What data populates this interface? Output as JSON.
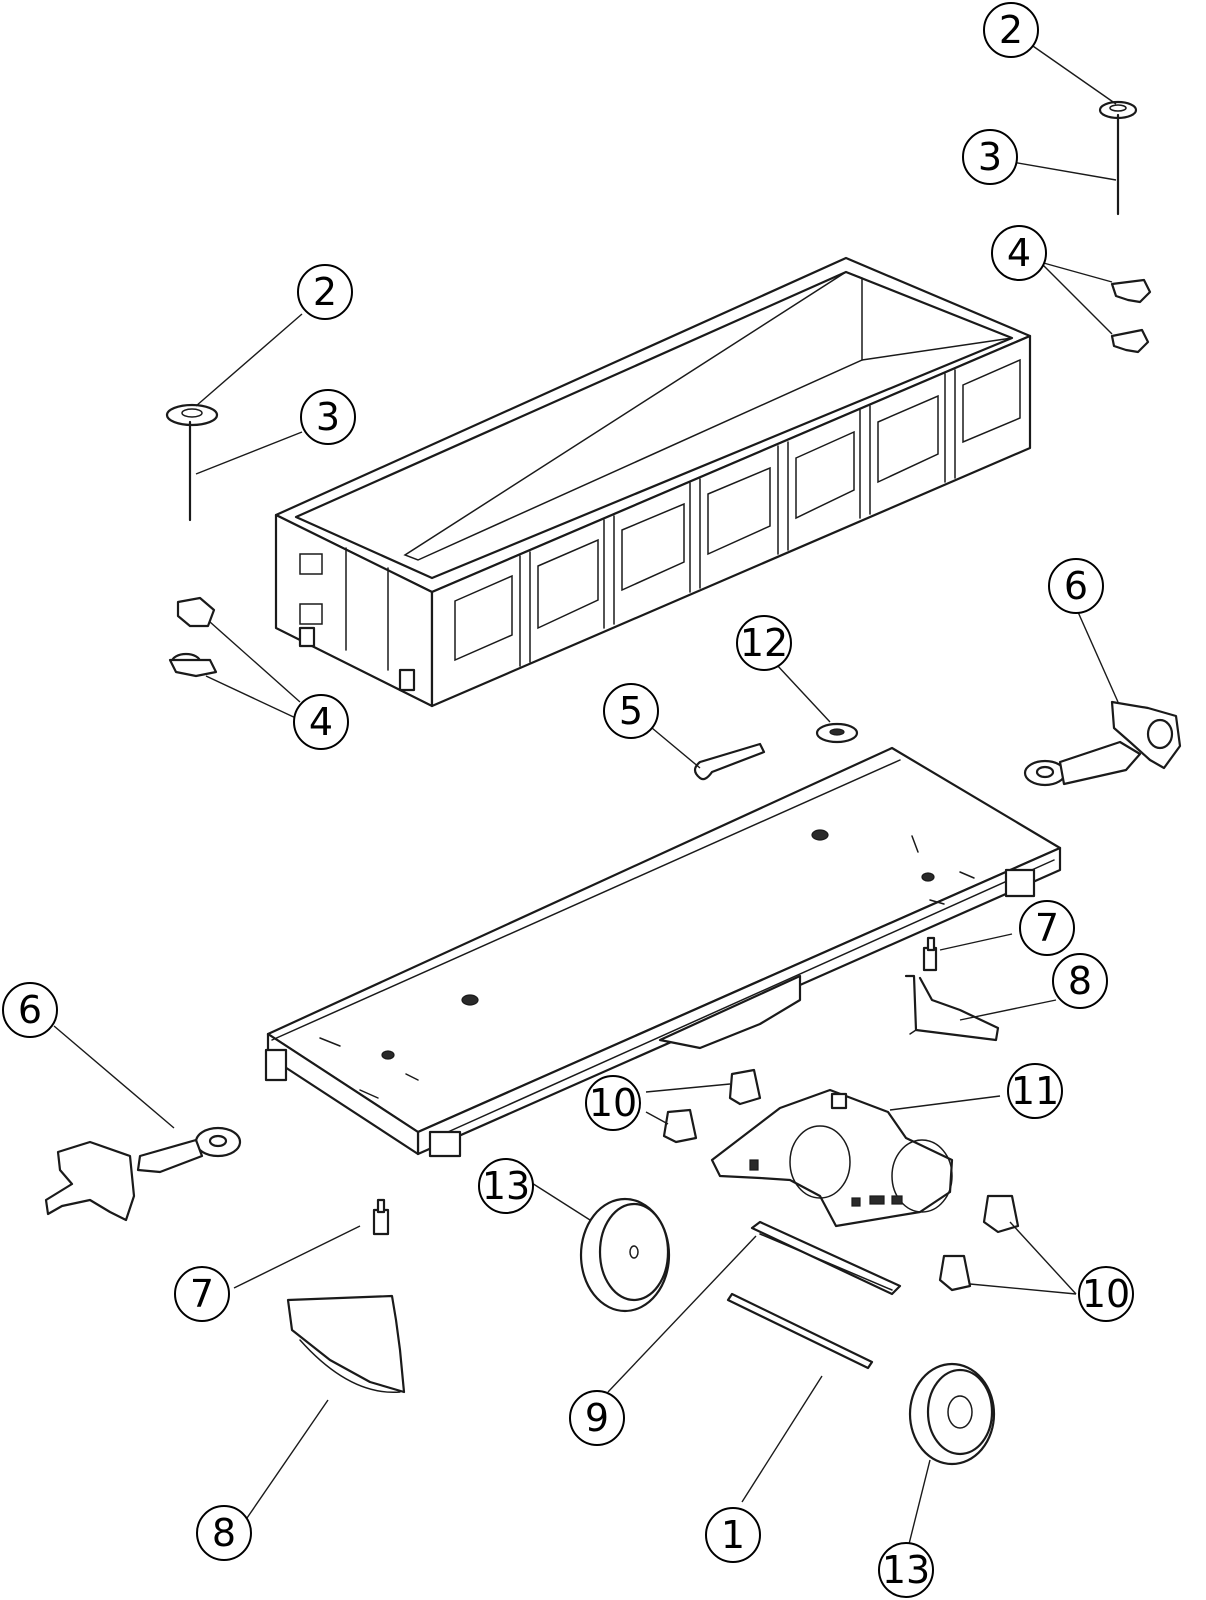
{
  "callouts": [
    {
      "id": "c2a",
      "label": "2"
    },
    {
      "id": "c3a",
      "label": "3"
    },
    {
      "id": "c4a",
      "label": "4"
    },
    {
      "id": "c2b",
      "label": "2"
    },
    {
      "id": "c3b",
      "label": "3"
    },
    {
      "id": "c4b",
      "label": "4"
    },
    {
      "id": "c5",
      "label": "5"
    },
    {
      "id": "c12",
      "label": "12"
    },
    {
      "id": "c6a",
      "label": "6"
    },
    {
      "id": "c6b",
      "label": "6"
    },
    {
      "id": "c7a",
      "label": "7"
    },
    {
      "id": "c8a",
      "label": "8"
    },
    {
      "id": "c7b",
      "label": "7"
    },
    {
      "id": "c8b",
      "label": "8"
    },
    {
      "id": "c10a",
      "label": "10"
    },
    {
      "id": "c11",
      "label": "11"
    },
    {
      "id": "c10b",
      "label": "10"
    },
    {
      "id": "c13a",
      "label": "13"
    },
    {
      "id": "c9",
      "label": "9"
    },
    {
      "id": "c1",
      "label": "1"
    },
    {
      "id": "c13b",
      "label": "13"
    }
  ]
}
